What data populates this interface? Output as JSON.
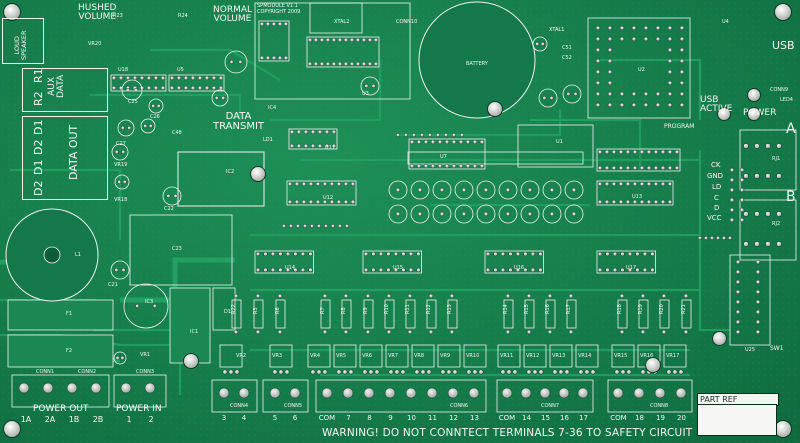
{
  "board": {
    "module_name": "SPMODULE V1.1",
    "copyright": "COPYRIGHT 2009",
    "warning": "WARNING! DO NOT CONNTECT TERMINALS 7-36 TO SAFETY CIRCUIT",
    "part_ref": "PART REF",
    "colors": {
      "board": "#17804d",
      "silk": "#f4f7f2",
      "pad": "#c8ccc7"
    }
  },
  "labels": {
    "hushed_volume": "HUSHED\nVOLUME",
    "normal_volume": "NORMAL\nVOLUME",
    "loud_speaker": "LOUD\nSPEAKER",
    "aux_data": "AUX\nDATA",
    "r1": "R1",
    "r2": "R2",
    "data_out": "DATA OUT",
    "d1a": "D1",
    "d2a": "D2",
    "d1b": "D1",
    "d2b": "D2",
    "data_transmit": "DATA\nTRANSMIT",
    "battery": "BATTERY",
    "usb": "USB",
    "usb_active": "USB\nACTIVE",
    "power": "POWER",
    "program": "PROGRAM",
    "a": "A",
    "b": "B",
    "power_out": "POWER OUT",
    "power_in": "POWER IN",
    "sw1": "SW1",
    "ck": "CK",
    "gnd": "GND",
    "ld": "LD",
    "c": "C",
    "d": "D",
    "vcc": "VCC"
  },
  "terminals": {
    "power_out": [
      "1A",
      "2A",
      "1B",
      "2B"
    ],
    "power_in": [
      "1",
      "2"
    ],
    "conn4": [
      "3",
      "4"
    ],
    "conn5": [
      "5",
      "6"
    ],
    "conn6": [
      "COM",
      "7",
      "8",
      "9",
      "10",
      "11",
      "12",
      "13"
    ],
    "conn7": [
      "COM",
      "14",
      "15",
      "16",
      "17"
    ],
    "conn8": [
      "COM",
      "18",
      "19",
      "20"
    ]
  },
  "refs": {
    "r23": "R23",
    "r24": "R24",
    "vr20": "VR20",
    "u18": "U18",
    "u5": "U5",
    "c25": "C25",
    "c26": "C26",
    "c27": "C27",
    "vr19": "VR19",
    "vr18": "VR18",
    "c48": "C48",
    "c22": "C22",
    "ic2": "IC2",
    "ld1": "LD1",
    "l1": "L1",
    "c23": "C23",
    "c21": "C21",
    "ic3": "IC3",
    "f1": "F1",
    "f2": "F2",
    "vr1": "VR1",
    "ic1": "IC1",
    "d1": "D1",
    "vr2": "VR2",
    "conn1": "CONN1",
    "conn2": "CONN2",
    "conn3": "CONN3",
    "conn4": "CONN4",
    "conn5": "CONN5",
    "conn6": "CONN6",
    "conn7": "CONN7",
    "conn8": "CONN8",
    "u14": "U14",
    "u15": "U15",
    "u16": "U16",
    "u17": "U17",
    "u7": "U7",
    "u11": "U11",
    "u12": "U12",
    "u13": "U13",
    "u1": "U1",
    "u2": "U2",
    "u3": "U3",
    "u4": "U4",
    "u25": "U25",
    "xtal1": "XTAL1",
    "xtal2": "XTAL2",
    "ic4": "IC4",
    "rj1": "RJ1",
    "rj2": "RJ2",
    "conn9": "CONN9",
    "conn10": "CONN10",
    "led4": "LED4",
    "c51": "C51",
    "c52": "C52"
  },
  "resistors": [
    "R5",
    "R6",
    "R7",
    "R8",
    "R9",
    "R10",
    "R11",
    "R12",
    "R13",
    "R14",
    "R15",
    "R16",
    "R17",
    "R18",
    "R19",
    "R20",
    "R21",
    "R22"
  ],
  "vrs": [
    "VR3",
    "VR4",
    "VR5",
    "VR6",
    "VR7",
    "VR8",
    "VR9",
    "VR10",
    "VR11",
    "VR12",
    "VR13",
    "VR14",
    "VR15",
    "VR16",
    "VR17"
  ]
}
